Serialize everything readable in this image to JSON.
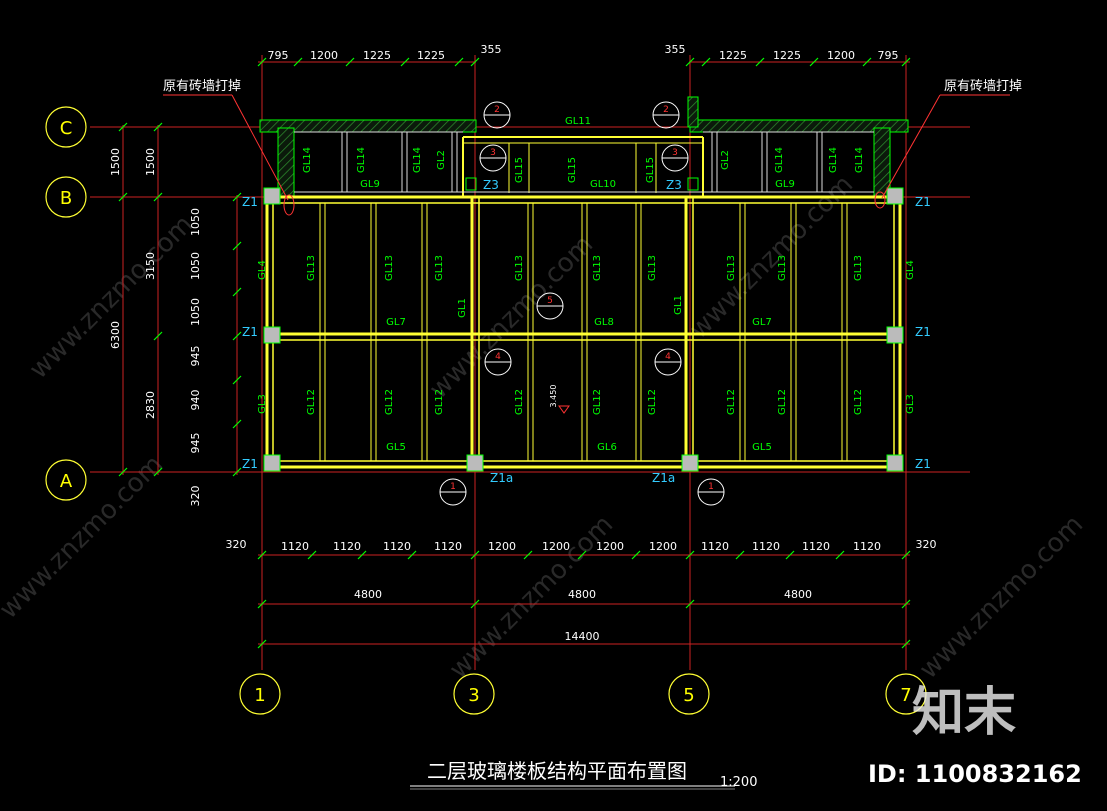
{
  "title": "二层玻璃楼板结构平面布置图",
  "scale": "1:200",
  "note_left": "原有砖墙打掉",
  "note_right": "原有砖墙打掉",
  "watermark_brand": "知末",
  "watermark_id": "ID: 1100832162",
  "watermark_url": "www.znzmo.com",
  "axes_h": [
    "1",
    "3",
    "5",
    "7"
  ],
  "axes_v": [
    "A",
    "B",
    "C"
  ],
  "top_dims_left": [
    "795",
    "1200",
    "1225",
    "1225"
  ],
  "top_dims_right": [
    "1225",
    "1225",
    "1200",
    "795"
  ],
  "top_gap_left": "355",
  "top_gap_right": "355",
  "bottom_dims": [
    "1120",
    "1120",
    "1120",
    "1120",
    "1200",
    "1200",
    "1200",
    "1200",
    "1120",
    "1120",
    "1120",
    "1120"
  ],
  "bottom_end_left": "320",
  "bottom_end_right": "320",
  "bay_dims": [
    "4800",
    "4800",
    "4800"
  ],
  "total_dim": "14400",
  "left_outer_dims": [
    "1500",
    "6300"
  ],
  "left_mid_dims": [
    "1500",
    "3150",
    "2830"
  ],
  "left_inner_dims": [
    "1050",
    "1050",
    "1050",
    "945",
    "940",
    "945"
  ],
  "left_bottom": "320",
  "col_labels": {
    "z1": "Z1",
    "z1a": "Z1a",
    "z3": "Z3"
  },
  "beams": {
    "gl1": "GL1",
    "gl2": "GL2",
    "gl3": "GL3",
    "gl4": "GL4",
    "gl5": "GL5",
    "gl6": "GL6",
    "gl7": "GL7",
    "gl8": "GL8",
    "gl9": "GL9",
    "gl10": "GL10",
    "gl11": "GL11",
    "gl12": "GL12",
    "gl13": "GL13",
    "gl14": "GL14",
    "gl15": "GL15"
  },
  "elev": "3.450",
  "section_marks": [
    "1",
    "2",
    "3",
    "4",
    "5"
  ]
}
